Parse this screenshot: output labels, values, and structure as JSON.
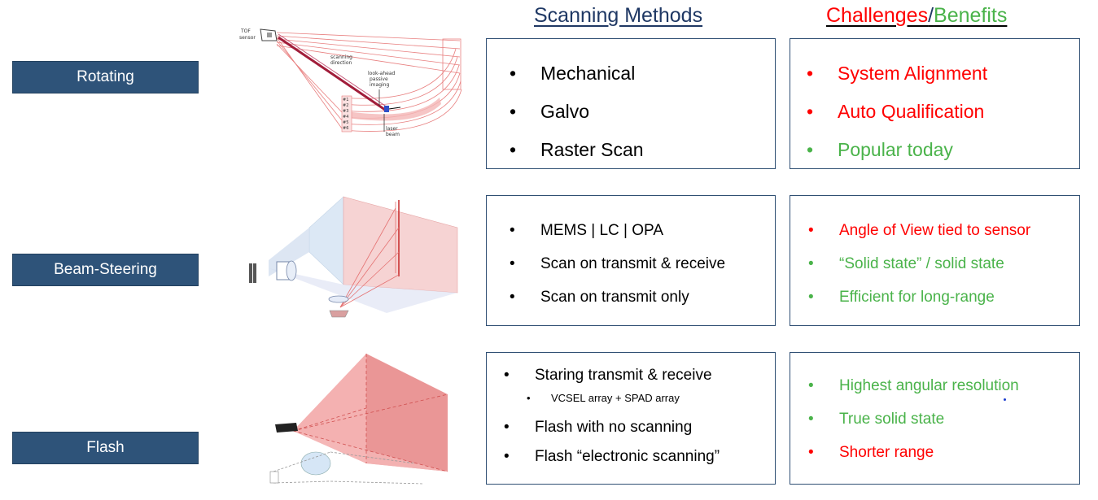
{
  "headers": {
    "methods": "Scanning Methods",
    "challenges": "Challenges",
    "slash": "/",
    "benefits": "Benefits"
  },
  "rows": [
    {
      "label": "Rotating",
      "methods": [
        "Mechanical",
        "Galvo",
        "Raster Scan"
      ],
      "cb": [
        {
          "text": "System Alignment",
          "kind": "challenge"
        },
        {
          "text": "Auto Qualification",
          "kind": "challenge"
        },
        {
          "text": "Popular today",
          "kind": "benefit"
        }
      ],
      "figure_labels": {
        "sensor": "TOF sensor",
        "scan_dir": "scanning direction",
        "look_ahead": "look-ahead passive imaging",
        "laser": "laser beam",
        "channels": [
          "#1",
          "#2",
          "#3",
          "#4",
          "#5",
          "#6"
        ]
      }
    },
    {
      "label": "Beam-Steering",
      "methods": [
        "MEMS | LC | OPA",
        "Scan on transmit & receive",
        "Scan on transmit only"
      ],
      "cb": [
        {
          "text": "Angle of View tied to sensor",
          "kind": "challenge"
        },
        {
          "text": "“Solid state” / solid state",
          "kind": "benefit"
        },
        {
          "text": "Efficient for long-range",
          "kind": "benefit"
        }
      ]
    },
    {
      "label": "Flash",
      "methods": [
        "Staring transmit & receive",
        "VCSEL array + SPAD array",
        "Flash with no scanning",
        "Flash “electronic scanning”"
      ],
      "cb": [
        {
          "text": "Highest angular resolution",
          "kind": "benefit"
        },
        {
          "text": "True solid state",
          "kind": "benefit"
        },
        {
          "text": "Shorter range",
          "kind": "challenge"
        }
      ]
    }
  ],
  "colors": {
    "label_bg": "#2e5379",
    "header_navy": "#1f3864",
    "challenge": "#ff0000",
    "benefit": "#4ab34a",
    "box_border": "#2f4f73"
  }
}
